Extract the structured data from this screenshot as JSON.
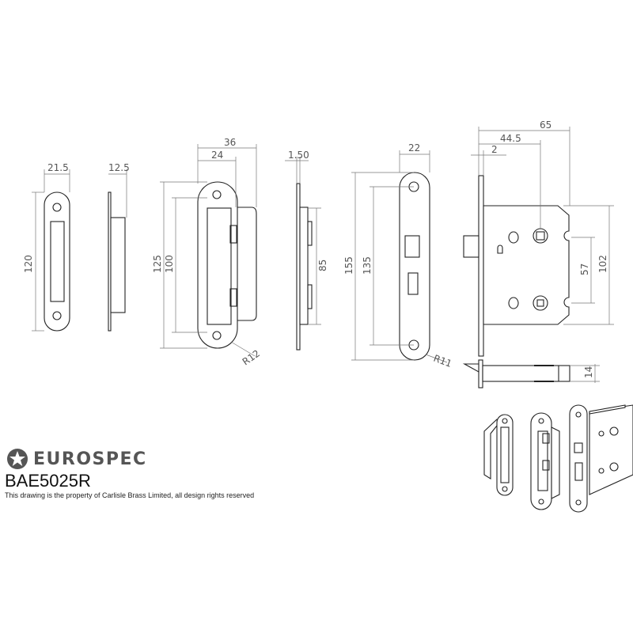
{
  "brand": {
    "name": "EUROSPEC",
    "logo_icon": "star-in-circle-icon"
  },
  "product_code": "BAE5025R",
  "notice": "This drawing is the property of Carlisle Brass Limited, all design rights reserved",
  "dimensions": {
    "strike_front": {
      "width": "21.5",
      "height": "120"
    },
    "strike_side": {
      "depth": "12.5"
    },
    "forend_strike_front": {
      "overall_width": "36",
      "plate_width": "24",
      "height": "125",
      "inner_height": "100",
      "radius": "R12"
    },
    "forend_strike_side": {
      "thickness": "1.50",
      "height": "85"
    },
    "latch_forend": {
      "width": "22",
      "height": "155",
      "hole_centres": "135",
      "radius": "R11"
    },
    "latch_case": {
      "overall_depth": "65",
      "backset": "44.5",
      "forend_thickness": "2",
      "centres": "57",
      "case_height": "102",
      "case_thickness": "14"
    }
  },
  "colors": {
    "line": "#222222",
    "dimension": "#777777",
    "brand": "#555555"
  }
}
